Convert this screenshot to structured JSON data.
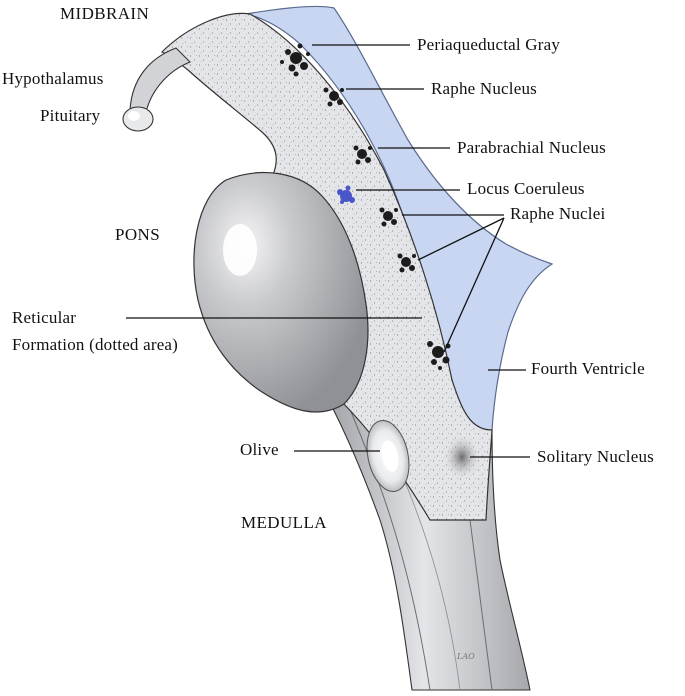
{
  "diagram": {
    "colors": {
      "ventricle": "#c9d6f2",
      "tissue": "#e6e7ea",
      "pons": "#b9bbbf",
      "nucleus": "#1c1c1c",
      "locus_coeruleus": "#4a56c8",
      "line": "#111111"
    },
    "regions": {
      "midbrain": "MIDBRAIN",
      "pons": "PONS",
      "medulla": "MEDULLA"
    },
    "labels": {
      "hypothalamus": "Hypothalamus",
      "pituitary": "Pituitary",
      "reticular_1": "Reticular",
      "reticular_2": "Formation (dotted area)",
      "olive": "Olive",
      "periaqueductal": "Periaqueductal Gray",
      "raphe_nucleus": "Raphe Nucleus",
      "parabrachial": "Parabrachial Nucleus",
      "locus_coeruleus": "Locus Coeruleus",
      "raphe_nuclei": "Raphe Nuclei",
      "fourth_ventricle": "Fourth Ventricle",
      "solitary": "Solitary Nucleus"
    },
    "signature": "LAO"
  }
}
